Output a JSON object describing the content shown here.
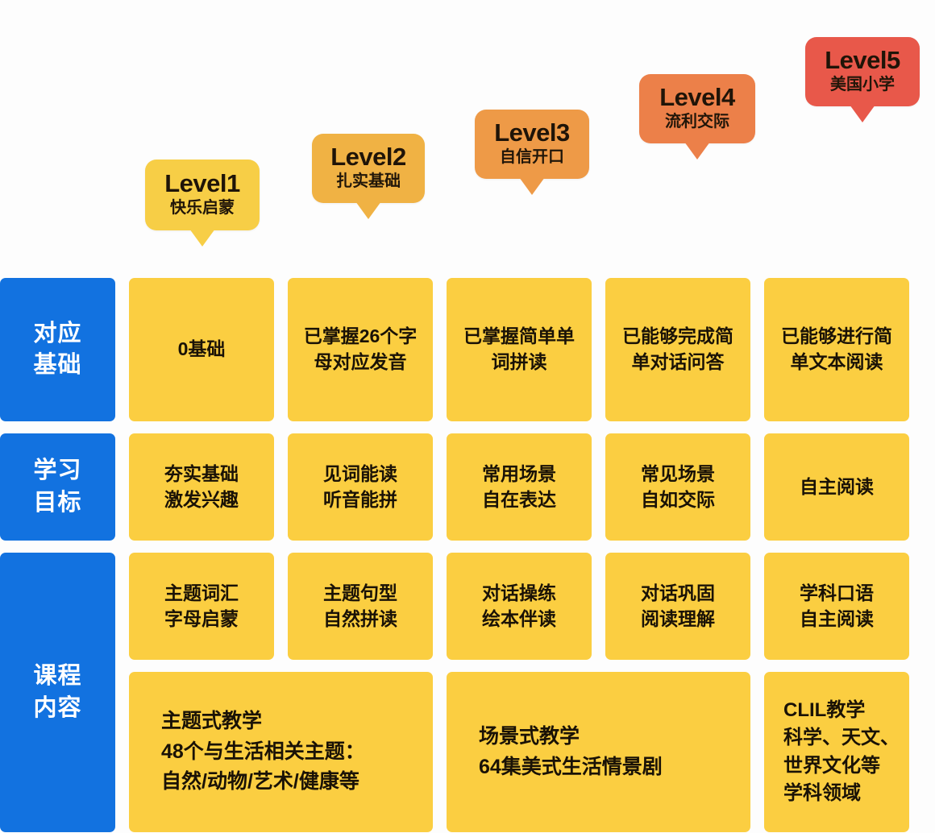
{
  "levels": [
    {
      "name": "Level1",
      "subtitle": "快乐启蒙",
      "color": "#F7CE46"
    },
    {
      "name": "Level2",
      "subtitle": "扎实基础",
      "color": "#F0B244"
    },
    {
      "name": "Level3",
      "subtitle": "自信开口",
      "color": "#EE9A47"
    },
    {
      "name": "Level4",
      "subtitle": "流利交际",
      "color": "#EC8049"
    },
    {
      "name": "Level5",
      "subtitle": "美国小学",
      "color": "#E8584A"
    }
  ],
  "row_labels": [
    {
      "line1": "对应",
      "line2": "基础"
    },
    {
      "line1": "学习",
      "line2": "目标"
    },
    {
      "line1": "课程",
      "line2": "内容"
    }
  ],
  "rows": {
    "foundation": [
      "0基础",
      "已掌握26个字母对应发音",
      "已掌握简单单词拼读",
      "已能够完成简单对话问答",
      "已能够进行简单文本阅读"
    ],
    "goals": [
      "夯实基础\n激发兴趣",
      "见词能读\n听音能拼",
      "常用场景\n自在表达",
      "常见场景\n自如交际",
      "自主阅读"
    ],
    "content": [
      "主题词汇\n字母启蒙",
      "主题句型\n自然拼读",
      "对话操练\n绘本伴读",
      "对话巩固\n阅读理解",
      "学科口语\n自主阅读"
    ],
    "detail": [
      "主题式教学\n48个与生活相关主题：\n自然/动物/艺术/健康等",
      "场景式教学\n64集美式生活情景剧",
      "CLIL教学\n科学、天文、\n世界文化等\n学科领域"
    ]
  },
  "theme": {
    "label_blue": "#1272E0",
    "cell_yellow": "#FBCE41",
    "page_background": "#FDFDFD",
    "text_dark": "#1A1206",
    "text_light": "#FFFFFF"
  }
}
